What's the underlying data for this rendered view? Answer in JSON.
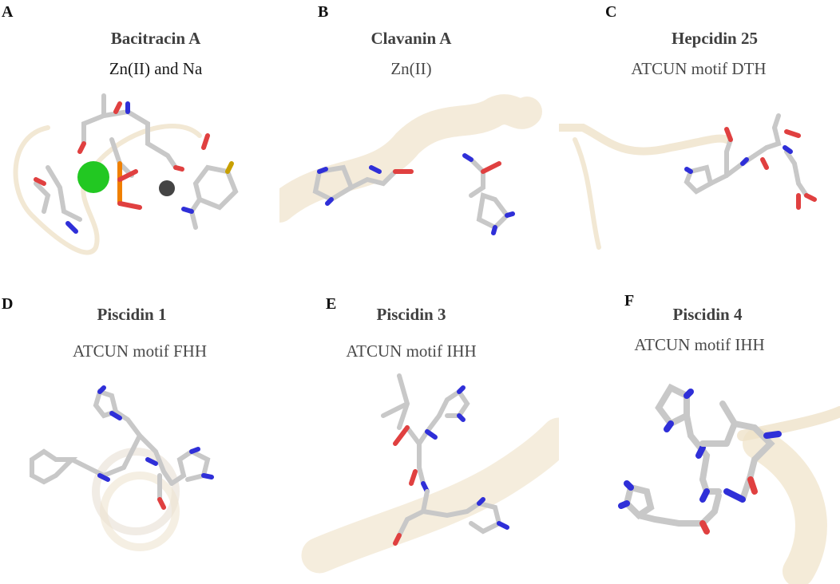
{
  "panels": [
    {
      "letter": "A",
      "title": "Bacitracin A",
      "subtitle": "Zn(II) and Na"
    },
    {
      "letter": "B",
      "title": "Clavanin A",
      "subtitle": "Zn(II)"
    },
    {
      "letter": "C",
      "title": "Hepcidin 25",
      "subtitle": "ATCUN motif DTH"
    },
    {
      "letter": "D",
      "title": "Piscidin 1",
      "subtitle": "ATCUN motif FHH"
    },
    {
      "letter": "E",
      "title": "Piscidin 3",
      "subtitle": "ATCUN motif IHH"
    },
    {
      "letter": "F",
      "title": "Piscidin 4",
      "subtitle": "ATCUN motif IHH"
    }
  ],
  "colors": {
    "carbon": "#c8c8c8",
    "nitrogen": "#2f2fd8",
    "oxygen": "#e04040",
    "sulfur": "#c8a000",
    "phosphorus": "#f08000",
    "zinc_sphere": "#22c822",
    "sodium_sphere": "#444444",
    "ribbon": "#f2e8d4"
  }
}
